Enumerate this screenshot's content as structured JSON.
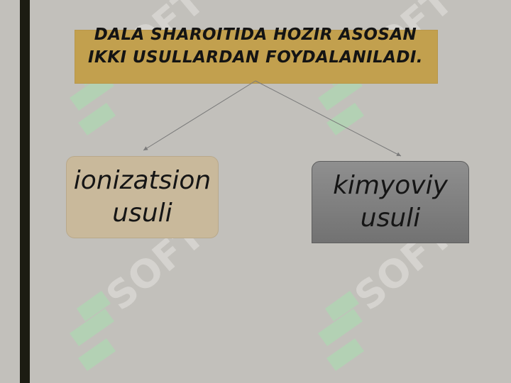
{
  "title": "DALA SHAROITIDA HOZIR ASOSAN IKKI USULLARDAN FOYDALANILADI.",
  "nodes": {
    "left": "ionizatsion usuli",
    "right": "kimyoviy usuli"
  },
  "watermark": "SOFT",
  "colors": {
    "background": "#c2c0bb",
    "title_box": "#c2a04e",
    "left_node": "#c9b99b",
    "right_node": "#808080",
    "watermark": "#a8e0b0"
  }
}
